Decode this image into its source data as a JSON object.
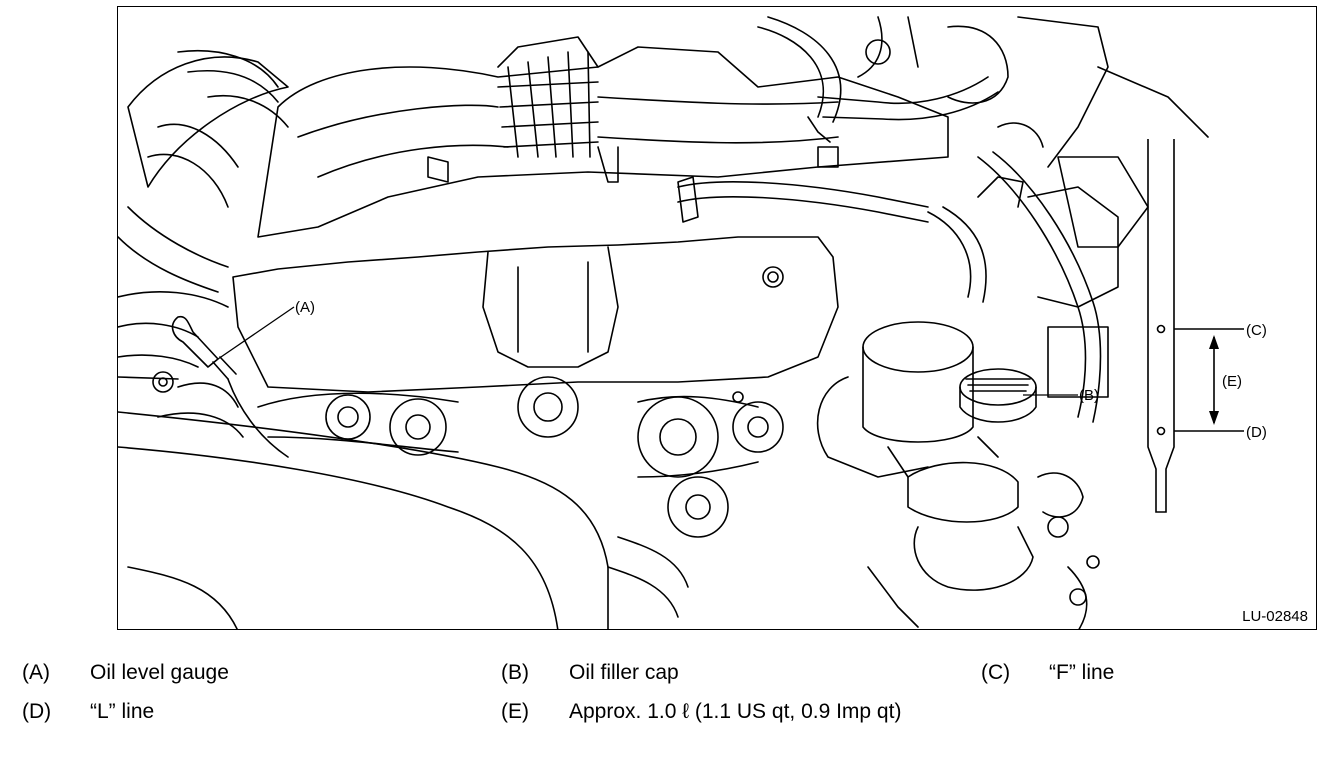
{
  "figure": {
    "id": "LU-02848",
    "callouts": {
      "a": "(A)",
      "b": "(B)",
      "c": "(C)",
      "d": "(D)",
      "e": "(E)"
    }
  },
  "legend": [
    {
      "key": "(A)",
      "text": "Oil level gauge"
    },
    {
      "key": "(B)",
      "text": "Oil filler cap"
    },
    {
      "key": "(C)",
      "text": "“F” line"
    },
    {
      "key": "(D)",
      "text": "“L” line"
    },
    {
      "key": "(E)",
      "text": "Approx. 1.0  ℓ  (1.1 US qt, 0.9 Imp qt)"
    }
  ]
}
